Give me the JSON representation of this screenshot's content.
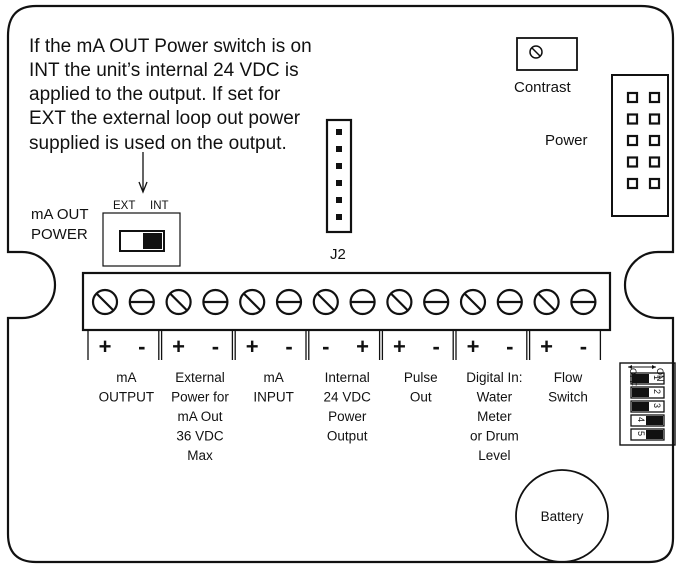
{
  "note": {
    "lines": [
      "If the mA OUT Power switch is on",
      "INT the unit’s internal 24 VDC is",
      "applied to the output.  If set for",
      "EXT the external loop out power",
      "supplied  is used on the output."
    ]
  },
  "switch": {
    "ext": "EXT",
    "int": "INT",
    "label_lines": [
      "mA OUT",
      "POWER"
    ]
  },
  "j2": "J2",
  "contrast": "Contrast",
  "power": "Power",
  "battery": "Battery",
  "terminal_groups": [
    {
      "polarity": [
        "+",
        "-"
      ],
      "label": [
        "mA",
        "OUTPUT"
      ]
    },
    {
      "polarity": [
        "+",
        "-"
      ],
      "label": [
        "External",
        "Power for",
        "mA Out",
        "36 VDC",
        "Max"
      ]
    },
    {
      "polarity": [
        "+",
        "-"
      ],
      "label": [
        "mA",
        "INPUT"
      ]
    },
    {
      "polarity": [
        "-",
        "+"
      ],
      "label": [
        "Internal",
        "24 VDC",
        "Power",
        "Output"
      ]
    },
    {
      "polarity": [
        "+",
        "-"
      ],
      "label": [
        "Pulse",
        "Out"
      ]
    },
    {
      "polarity": [
        "+",
        "-"
      ],
      "label": [
        "Digital In:",
        "Water",
        "Meter",
        "or Drum",
        "Level"
      ]
    },
    {
      "polarity": [
        "+",
        "-"
      ],
      "label": [
        "Flow",
        "Switch"
      ]
    }
  ],
  "dip_switch": {
    "off": "OFF",
    "on": "ON",
    "positions": [
      "1",
      "2",
      "3",
      "4",
      "5"
    ]
  }
}
